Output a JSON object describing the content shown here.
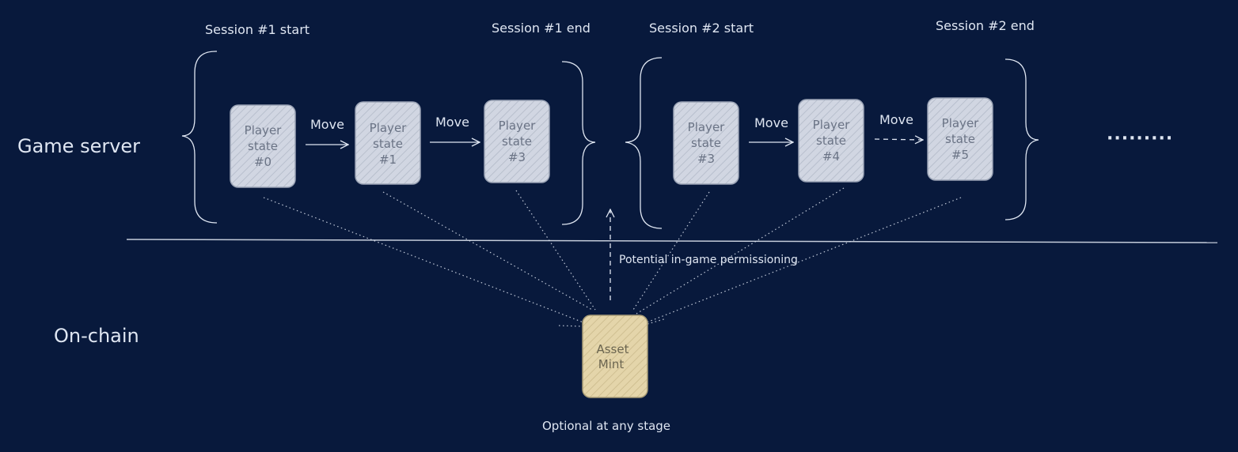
{
  "rows": {
    "game_server": "Game server",
    "on_chain": "On-chain"
  },
  "sessions": [
    {
      "start": "Session #1 start",
      "end": "Session #1 end"
    },
    {
      "start": "Session #2 start",
      "end": "Session #2 end"
    }
  ],
  "nodes": [
    {
      "lines": [
        "Player",
        "state",
        "#0"
      ]
    },
    {
      "lines": [
        "Player",
        "state",
        "#1"
      ]
    },
    {
      "lines": [
        "Player",
        "state",
        "#3"
      ]
    },
    {
      "lines": [
        "Player",
        "state",
        "#3"
      ]
    },
    {
      "lines": [
        "Player",
        "state",
        "#4"
      ]
    },
    {
      "lines": [
        "Player",
        "state",
        "#5"
      ]
    }
  ],
  "edges": [
    {
      "label": "Move",
      "style": "solid"
    },
    {
      "label": "Move",
      "style": "solid"
    },
    {
      "label": "Move",
      "style": "solid"
    },
    {
      "label": "Move",
      "style": "dashed"
    }
  ],
  "ellipsis": "·········",
  "mint": {
    "lines": [
      "Asset",
      "Mint"
    ]
  },
  "permission_label": "Potential in-game permissioning",
  "optional_label": "Optional at any stage",
  "colors": {
    "background": "#08193c",
    "player_node": "#d1d6e2",
    "mint_node": "#e4d5aa",
    "line": "#dfe6f2"
  }
}
